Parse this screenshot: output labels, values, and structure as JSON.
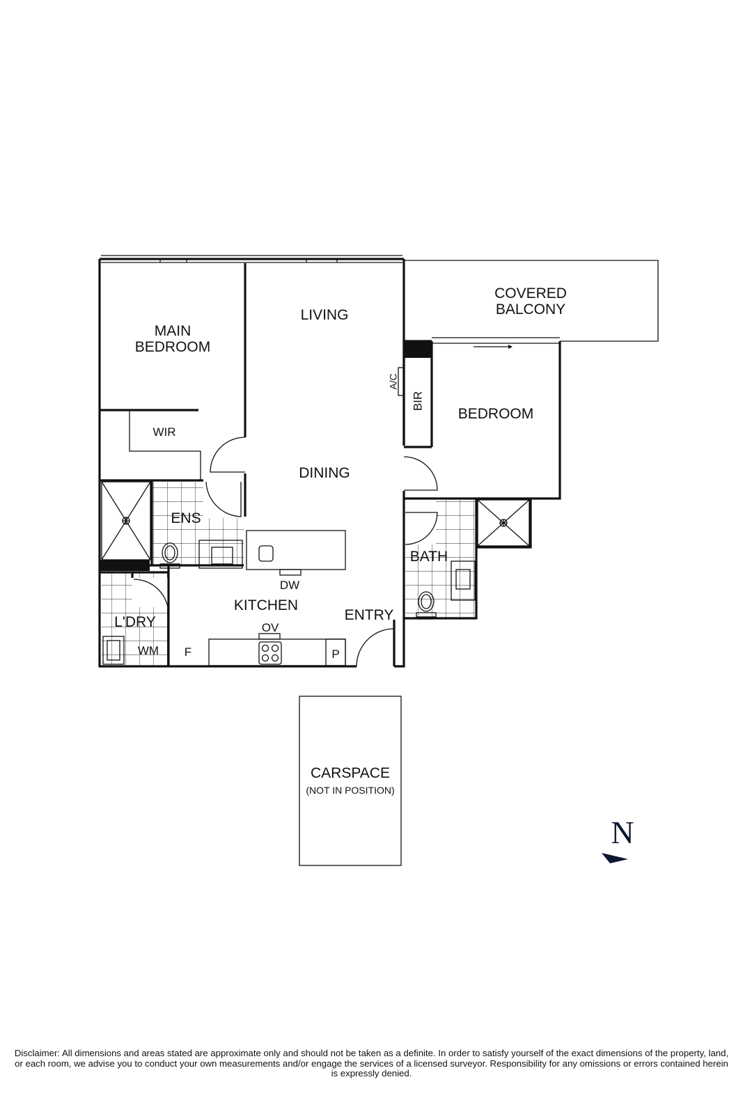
{
  "rooms": {
    "main_bedroom": [
      "MAIN",
      "BEDROOM"
    ],
    "living": "LIVING",
    "covered_balcony": [
      "COVERED",
      "BALCONY"
    ],
    "bedroom": "BEDROOM",
    "wir": "WIR",
    "dining": "DINING",
    "ens": "ENS",
    "bath": "BATH",
    "kitchen": "KITCHEN",
    "entry": "ENTRY",
    "laundry": "L'DRY"
  },
  "fixtures": {
    "ac": "A/C",
    "bir": "BIR",
    "dw": "DW",
    "ov": "OV",
    "wm": "WM",
    "f": "F",
    "p": "P"
  },
  "carspace": {
    "title": "CARSPACE",
    "note": "(NOT IN POSITION)"
  },
  "compass": {
    "letter": "N"
  },
  "colors": {
    "line": "#111111",
    "compass": "#0e1530"
  },
  "disclaimer": "Disclaimer: All dimensions and areas stated are approximate only and should not be taken as a definite. In order to satisfy yourself of the exact dimensions of the property, land, or each room, we advise you to conduct your own measurements and/or engage the services of a licensed surveyor. Responsibility for any omissions or errors contained herein is expressly denied."
}
